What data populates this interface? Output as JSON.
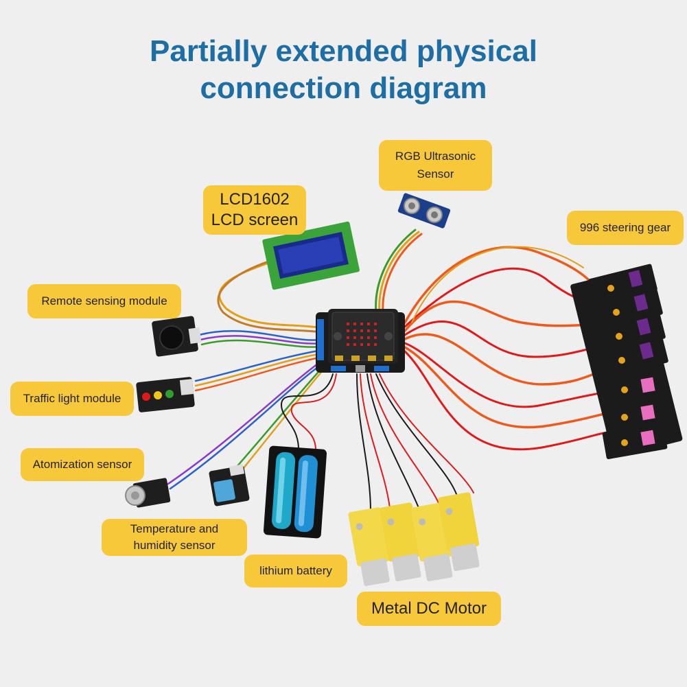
{
  "title": {
    "line1": "Partially extended physical",
    "line2": "connection diagram"
  },
  "labels": {
    "rgb_ultrasonic": {
      "line1": "RGB Ultrasonic",
      "line2": "Sensor"
    },
    "lcd": {
      "line1": "LCD1602",
      "line2": "LCD screen"
    },
    "steering_gear": "996 steering gear",
    "remote_sensing": "Remote sensing module",
    "traffic_light": "Traffic light module",
    "atomization": "Atomization sensor",
    "temp_humidity": {
      "line1": "Temperature and",
      "line2": "humidity sensor"
    },
    "lithium_battery": "lithium battery",
    "dc_motor": "Metal DC Motor"
  },
  "colors": {
    "title": "#1c6ea4",
    "label_bg": "#f7c93a",
    "board": "#1a1a1a",
    "servo": "#1b1b1b",
    "servo_label_purple": "#6b2a8c",
    "servo_label_pink": "#e86fbf",
    "motor": "#f3d94a",
    "battery": "#1fa8c9",
    "wire_orange": "#ee5a1b",
    "wire_red": "#e01a1a"
  },
  "icons": [
    "microbit-board-icon",
    "lcd-module-icon",
    "ultrasonic-sensor-icon",
    "joystick-module-icon",
    "traffic-light-icon",
    "atomization-sensor-icon",
    "dht-sensor-icon",
    "battery-holder-icon",
    "dc-motor-icon",
    "servo-icon"
  ]
}
